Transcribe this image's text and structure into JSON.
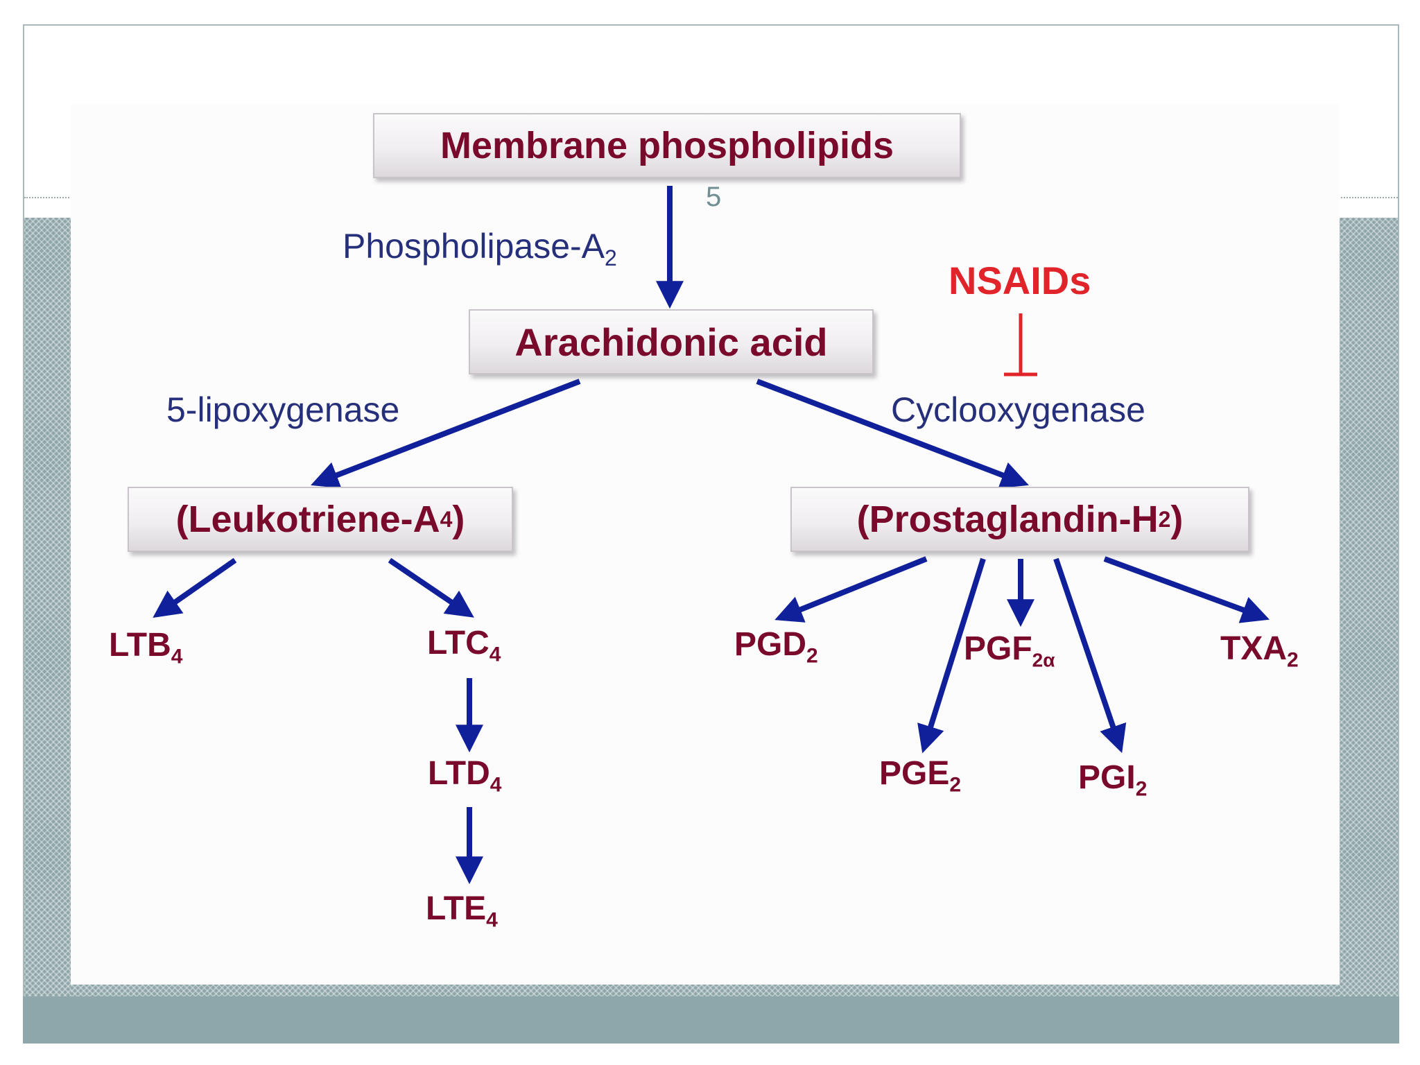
{
  "slide": {
    "number": "5"
  },
  "diagram": {
    "source": "Membrane phospholipids",
    "enzyme_pla2": {
      "text": "Phospholipase-A",
      "sub": "2"
    },
    "arachidonic": "Arachidonic acid",
    "inhibitor": "NSAIDs",
    "enzyme_lox": "5-lipoxygenase",
    "enzyme_cox": "Cyclooxygenase",
    "lta4": {
      "pre": "(Leukotriene-A",
      "sub": "4",
      "post": ")"
    },
    "pgh2": {
      "pre": "(Prostaglandin-H",
      "sub": "2",
      "post": ")"
    },
    "leukotrienes": [
      {
        "base": "LTB",
        "sub": "4"
      },
      {
        "base": "LTC",
        "sub": "4"
      },
      {
        "base": "LTD",
        "sub": "4"
      },
      {
        "base": "LTE",
        "sub": "4"
      }
    ],
    "prostanoids": [
      {
        "base": "PGD",
        "sub": "2"
      },
      {
        "base": "PGF",
        "sub": "2α"
      },
      {
        "base": "TXA",
        "sub": "2"
      },
      {
        "base": "PGE",
        "sub": "2"
      },
      {
        "base": "PGI",
        "sub": "2"
      }
    ]
  },
  "colors": {
    "arrow": "#10209a",
    "inhibitor": "#e0242a",
    "box_text": "#7a0a2c",
    "enzyme_text": "#262f7a",
    "theme_band": "#8ea7ab"
  }
}
